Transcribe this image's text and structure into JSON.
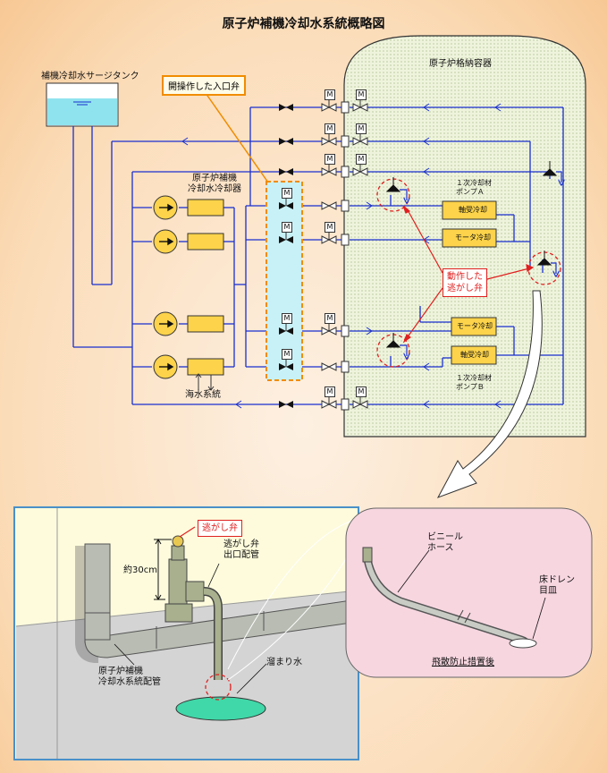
{
  "title": "原子炉補機冷却水系統概略図",
  "labels": {
    "surge_tank": "補機冷却水サージタンク",
    "containment": "原子炉格納容器",
    "manual_valve_box": "開操作した入口弁",
    "heat_exchanger": "原子炉補機\n冷却水冷却器",
    "pump_a": "１次冷却材\nポンプＡ",
    "pump_b": "１次冷却材\nポンプＢ",
    "bearing_cool_a": "軸受冷却",
    "motor_cool_a": "モータ冷却",
    "motor_cool_b": "モータ冷却",
    "bearing_cool_b": "軸受冷却",
    "relief_valve_actuated": "動作した\n逃がし弁",
    "seawater": "海水系統",
    "valve_m": "M"
  },
  "detail": {
    "relief_valve": "逃がし弁",
    "relief_outlet": "逃がし弁\n出口配管",
    "height": "約30cm",
    "piping": "原子炉補機\n冷却水系統配管",
    "puddle": "溜まり水",
    "vinyl_hose": "ビニール\nホース",
    "floor_drain": "床ドレン\n目皿",
    "after_measure": "飛散防止措置後"
  }
}
